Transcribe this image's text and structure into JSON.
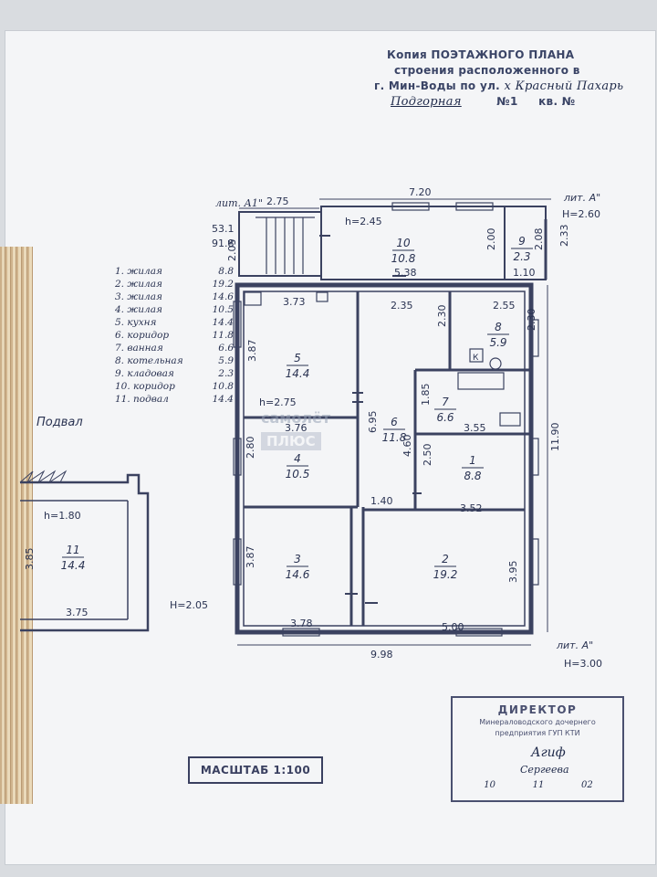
{
  "header": {
    "line1": "Копия ПОЭТАЖНОГО ПЛАНА",
    "line2": "строения расположенного в",
    "line3a": "г. Мин-Воды по ул.",
    "line3b": "х Красный Пахарь",
    "line4a": "Подгорная",
    "line4b": "№1",
    "line4c": "кв. №"
  },
  "labels": {
    "lit_a1": "лит. А1\"",
    "lit_a": "лит. А\"",
    "h260": "Н=2.60",
    "lit_a_bottom": "лит. А\"",
    "h300": "Н=3.00",
    "basement_title": "Подвал",
    "h205": "Н=2.05",
    "area_total_1": "53.1",
    "area_total_2": "91.8"
  },
  "legend": [
    {
      "name": "1. жилая",
      "value": "8.8"
    },
    {
      "name": "2. жилая",
      "value": "19.2"
    },
    {
      "name": "3. жилая",
      "value": "14.6"
    },
    {
      "name": "4. жилая",
      "value": "10.5"
    },
    {
      "name": "5. кухня",
      "value": "14.4"
    },
    {
      "name": "6. коридор",
      "value": "11.8"
    },
    {
      "name": "7. ванная",
      "value": "6.6"
    },
    {
      "name": "8. котельная",
      "value": "5.9"
    },
    {
      "name": "9. кладовая",
      "value": "2.3"
    },
    {
      "name": "10. коридор",
      "value": "10.8"
    },
    {
      "name": "11. подвал",
      "value": "14.4"
    }
  ],
  "rooms": {
    "r1": {
      "num": "1",
      "area": "8.8"
    },
    "r2": {
      "num": "2",
      "area": "19.2"
    },
    "r3": {
      "num": "3",
      "area": "14.6"
    },
    "r4": {
      "num": "4",
      "area": "10.5"
    },
    "r5": {
      "num": "5",
      "area": "14.4"
    },
    "r6": {
      "num": "6",
      "area": "11.8"
    },
    "r7": {
      "num": "7",
      "area": "6.6"
    },
    "r8": {
      "num": "8",
      "area": "5.9"
    },
    "r9": {
      "num": "9",
      "area": "2.3"
    },
    "r10": {
      "num": "10",
      "area": "10.8"
    },
    "r11": {
      "num": "11",
      "area": "14.4"
    }
  },
  "dims": {
    "d275": "2.75",
    "d720": "7.20",
    "d205": "2.05",
    "h245": "h=2.45",
    "d200": "2.00",
    "d208": "2.08",
    "d233": "2.33",
    "d538": "5.38",
    "d110": "1.10",
    "d373": "3.73",
    "d235": "2.35",
    "d255": "2.55",
    "d230a": "2.30",
    "d230b": "2.30",
    "d387a": "3.87",
    "h275": "h=2.75",
    "d185": "1.85",
    "d695": "6.95",
    "d355": "3.55",
    "d1190": "11.90",
    "d376": "3.76",
    "d280": "2.80",
    "d460": "4.60",
    "d250": "2.50",
    "d140": "1.40",
    "d352": "3.52",
    "d387b": "3.87",
    "d395": "3.95",
    "d378": "3.78",
    "d500": "5.00",
    "d998": "9.98",
    "h180": "h=1.80",
    "d385": "3.85",
    "d375": "3.75",
    "k": "К"
  },
  "scale": "МАСШТАБ 1:100",
  "director": {
    "title": "ДИРЕКТОР",
    "org1": "Минераловодского дочернего",
    "org2": "предприятия ГУП КТИ",
    "signature": "Агиф",
    "name": "Сергеева",
    "day": "10",
    "month": "11",
    "year": "02"
  },
  "watermark": {
    "line1": "самолёт",
    "line2": "ПЛЮС"
  }
}
